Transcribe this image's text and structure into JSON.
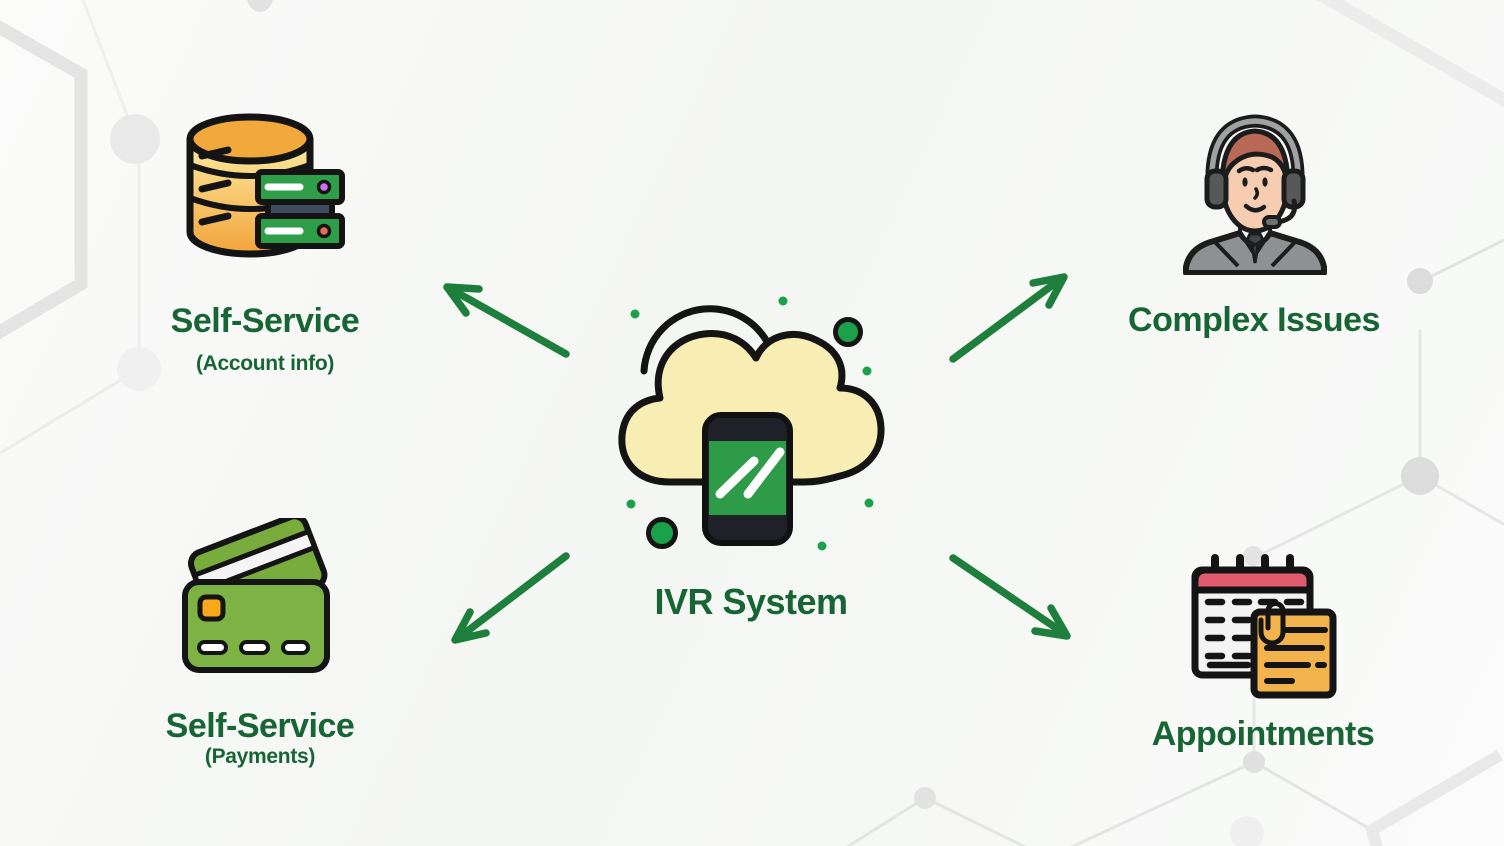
{
  "diagram": {
    "center": {
      "label": "IVR System",
      "icon": "cloud-phone-icon"
    },
    "nodes": [
      {
        "id": "self-service-account",
        "label": "Self-Service",
        "sublabel": "(Account info)",
        "icon": "database-icon",
        "position": "top-left"
      },
      {
        "id": "complex-issues",
        "label": "Complex Issues",
        "sublabel": "",
        "icon": "support-agent-icon",
        "position": "top-right"
      },
      {
        "id": "self-service-payments",
        "label": "Self-Service",
        "sublabel": "(Payments)",
        "icon": "credit-card-icon",
        "position": "bottom-left"
      },
      {
        "id": "appointments",
        "label": "Appointments",
        "sublabel": "",
        "icon": "calendar-note-icon",
        "position": "bottom-right"
      }
    ],
    "colors": {
      "label_green": "#176535",
      "arrow_green": "#1e7e3c",
      "dot_green": "#1aa14a",
      "cloud_yellow": "#f8edb3",
      "phone_screen_green": "#2e9b49",
      "database_yellow": "#f3ab3e",
      "rack_green": "#2f9e48",
      "card_green": "#7cb344",
      "calendar_red": "#e05b6d",
      "note_orange": "#f2b24c",
      "background_gray": "#f6f7f5"
    }
  }
}
